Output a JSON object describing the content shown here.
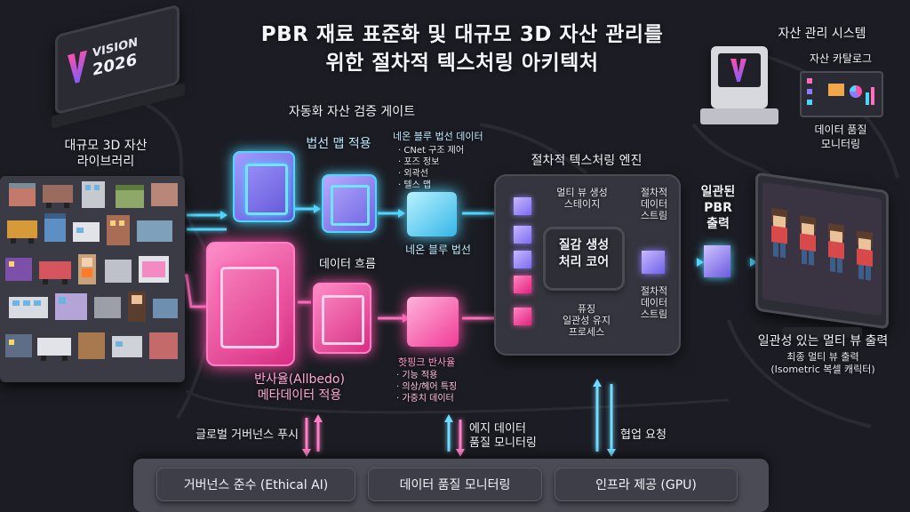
{
  "title": {
    "line1": "PBR 재료 표준화 및 대규모 3D 자산 관리를",
    "line2": "위한 절차적 텍스처링 아키텍처"
  },
  "logo": {
    "line1": "VISION",
    "line2": "2026"
  },
  "library": {
    "line1": "대규모 3D 자산",
    "line2": "라이브러리"
  },
  "gate_label": "자동화 자산 검증 게이트",
  "normal": {
    "apply_label": "법선 맵 적용",
    "data_title": "네온 블루 법선 데이터",
    "items": [
      "· CNet 구조 제어",
      "· 포즈 정보",
      "· 외곽선",
      "· 텔스 맵"
    ],
    "flow_label": "데이터 흐름",
    "neon_label": "네온 블루 법선"
  },
  "albedo": {
    "label_line1": "반사율(Allbedo)",
    "label_line2": "메타데이터 적용",
    "hot_title": "핫핑크 반사율",
    "items": [
      "· 기능 적용",
      "· 의상/헤어 특징",
      "· 가중치 데이터"
    ]
  },
  "engine": {
    "title": "절차적 텍스처링 엔진",
    "multiview": {
      "line1": "멀티 뷰 생성",
      "line2": "스테이지"
    },
    "stream_top": {
      "line1": "절차적",
      "line2": "데이터",
      "line3": "스트림"
    },
    "core": {
      "line1": "질감 생성",
      "line2": "처리 코어"
    },
    "fusion": {
      "line1": "퓨징",
      "line2": "일관성 유지",
      "line3": "프로세스"
    },
    "stream_bottom": {
      "line1": "절차적",
      "line2": "데이터",
      "line3": "스트림"
    }
  },
  "pbr_output": {
    "line1": "일관된",
    "line2": "PBR",
    "line3": "출력"
  },
  "mgmt": {
    "title": "자산 관리 시스템",
    "catalog": "자산 카탈로그",
    "quality": {
      "line1": "데이터 품질",
      "line2": "모니터링"
    }
  },
  "multi_output": {
    "title": "일관성 있는 멀티 뷰 출력",
    "sub1": "최종 멀티 뷰 출력",
    "sub2": "(Isometric 복셀 캐릭터)"
  },
  "arrows": {
    "governance_push": "글로벌 거버넌스 푸시",
    "edge_data": {
      "line1": "에지 데이터",
      "line2": "품질 모니터링"
    },
    "collab": "협업 요청"
  },
  "bottom_bar": {
    "items": [
      "거버넌스 준수 (Ethical AI)",
      "데이터 품질 모니터링",
      "인프라 제공 (GPU)"
    ]
  },
  "colors": {
    "background": "#1c1d24",
    "neon_blue": "#4fd6ff",
    "hot_pink": "#ff4fa8",
    "violet": "#8b7cff",
    "panel": "#34353e"
  }
}
